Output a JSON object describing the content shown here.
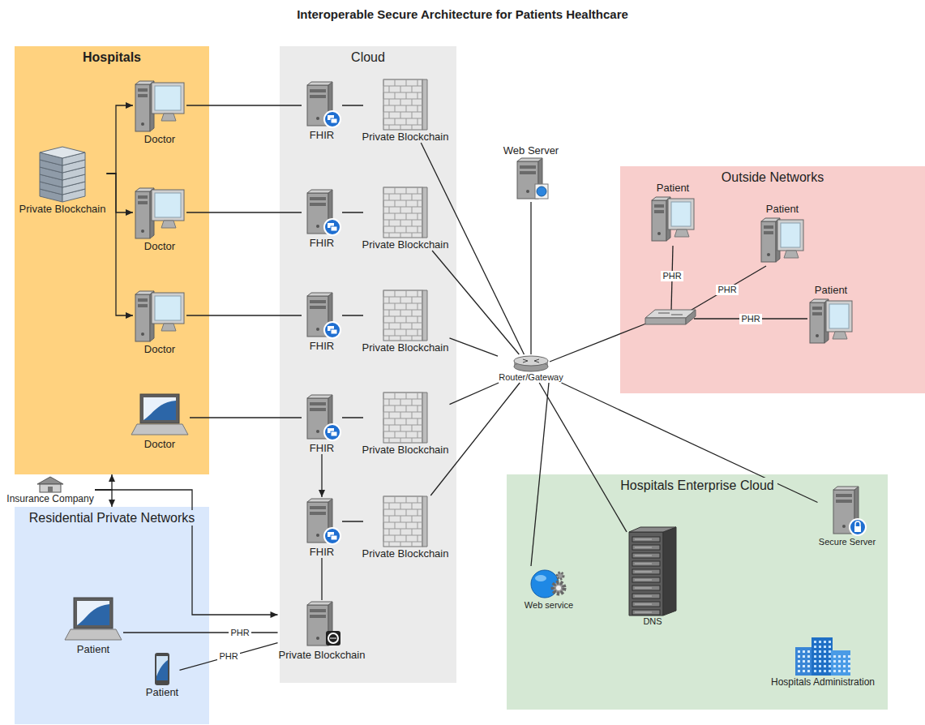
{
  "diagram": {
    "title": "Interoperable Secure Architecture for Patients Healthcare",
    "nodes": [
      {
        "text": [
          "Hospitals"
        ]
      },
      {
        "text": [
          "Private Blockchain"
        ],
        "in": 0
      },
      {
        "text": [
          "Doctor"
        ],
        "in": 0
      },
      {
        "text": [
          "Doctor"
        ],
        "in": 0
      },
      {
        "text": [
          "Doctor"
        ],
        "in": 0
      },
      {
        "text": [
          "Doctor"
        ],
        "in": 0
      },
      {
        "text": [
          "Cloud"
        ]
      },
      {
        "text": [
          "FHIR"
        ],
        "in": 6
      },
      {
        "text": [
          "Private Blockchain"
        ],
        "in": 6
      },
      {
        "text": [
          "FHIR"
        ],
        "in": 6
      },
      {
        "text": [
          "Private Blockchain"
        ],
        "in": 6
      },
      {
        "text": [
          "FHIR"
        ],
        "in": 6
      },
      {
        "text": [
          "Private Blockchain"
        ],
        "in": 6
      },
      {
        "text": [
          "FHIR"
        ],
        "in": 6
      },
      {
        "text": [
          "Private Blockchain"
        ],
        "in": 6
      },
      {
        "text": [
          "FHIR"
        ],
        "in": 6
      },
      {
        "text": [
          "Private Blockchain"
        ],
        "in": 6
      },
      {
        "text": [
          "Private Blockchain"
        ],
        "in": 6
      },
      {
        "text": [
          "Web Server"
        ]
      },
      {
        "text": [
          "Outside Networks"
        ]
      },
      {
        "text": [
          "Patient"
        ],
        "in": 19
      },
      {
        "text": [
          "Patient"
        ],
        "in": 19
      },
      {
        "text": [
          "Patient"
        ],
        "in": 19
      },
      {
        "text": [
          "Router/Gateway"
        ]
      },
      {
        "text": [
          "Insurance Company"
        ]
      },
      {
        "text": [
          "Residential Private Networks"
        ]
      },
      {
        "text": [
          "Patient"
        ],
        "in": 25
      },
      {
        "text": [
          "Patient"
        ],
        "in": 25
      },
      {
        "text": [
          "Hospitals Enterprise Cloud"
        ]
      },
      {
        "text": [
          "Web service"
        ],
        "in": 28
      },
      {
        "text": [
          "DNS"
        ],
        "in": 28
      },
      {
        "text": [
          "Secure Server"
        ],
        "in": 28
      },
      {
        "text": [
          "Hospitals Administration"
        ],
        "in": 28
      }
    ],
    "edges": [
      {
        "from": 1,
        "to": 2,
        "arrow": "to"
      },
      {
        "from": 1,
        "to": 3,
        "arrow": "to"
      },
      {
        "from": 1,
        "to": 4,
        "arrow": "to"
      },
      {
        "from": 2,
        "to": 7,
        "arrow": "none"
      },
      {
        "from": 3,
        "to": 9,
        "arrow": "none"
      },
      {
        "from": 4,
        "to": 11,
        "arrow": "none"
      },
      {
        "from": 5,
        "to": 13,
        "arrow": "none"
      },
      {
        "from": 7,
        "to": 8,
        "arrow": "none"
      },
      {
        "from": 9,
        "to": 10,
        "arrow": "none"
      },
      {
        "from": 11,
        "to": 12,
        "arrow": "none"
      },
      {
        "from": 13,
        "to": 14,
        "arrow": "none"
      },
      {
        "from": 15,
        "to": 16,
        "arrow": "none"
      },
      {
        "from": 13,
        "to": 15,
        "arrow": "to"
      },
      {
        "from": 15,
        "to": 17,
        "arrow": "none"
      },
      {
        "from": 8,
        "to": 23,
        "arrow": "none"
      },
      {
        "from": 10,
        "to": 23,
        "arrow": "none"
      },
      {
        "from": 12,
        "to": 23,
        "arrow": "none"
      },
      {
        "from": 14,
        "to": 23,
        "arrow": "none"
      },
      {
        "from": 16,
        "to": 23,
        "arrow": "none"
      },
      {
        "from": 18,
        "to": 23,
        "arrow": "none"
      },
      {
        "from": 23,
        "to": 29,
        "arrow": "none"
      },
      {
        "from": 23,
        "to": 30,
        "arrow": "none"
      },
      {
        "from": 23,
        "to": 31,
        "arrow": "none"
      },
      {
        "from": 24,
        "to": 0,
        "arrow": "to"
      },
      {
        "from": 24,
        "to": 25,
        "arrow": "to"
      },
      {
        "from": 24,
        "to": 17,
        "arrow": "to"
      },
      {
        "from": 26,
        "to": 17,
        "label": "PHR",
        "arrow": "none"
      },
      {
        "from": 27,
        "to": 17,
        "label": "PHR",
        "arrow": "none"
      }
    ],
    "labels": [
      "PHR",
      "PHR",
      "PHR"
    ]
  }
}
